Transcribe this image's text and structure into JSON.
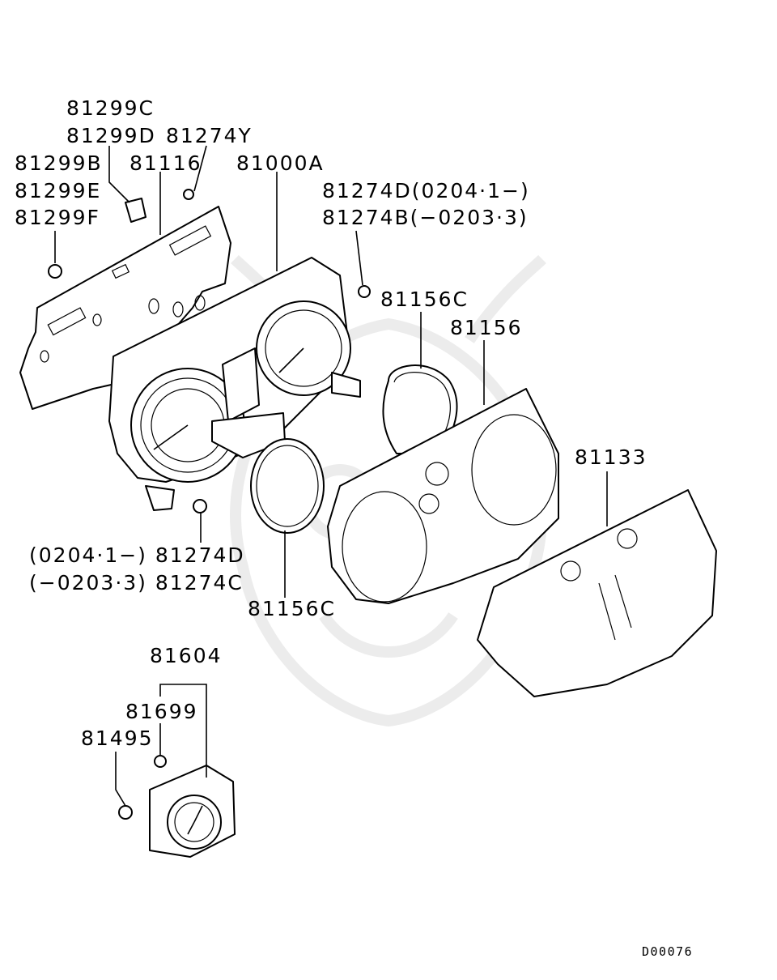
{
  "diagram": {
    "labels": {
      "c81299C": "81299C",
      "c81299D": "81299D",
      "c81274Y": "81274Y",
      "c81299B": "81299B",
      "c81116": "81116",
      "c81000A": "81000A",
      "c81299E": "81299E",
      "c81299F": "81299F",
      "c81274D_top": "81274D(0204·1−)",
      "c81274B": "81274B(−0203·3)",
      "c81156C_top": "81156C",
      "c81156": "81156",
      "c81133": "81133",
      "c81274D_left": "(0204·1−) 81274D",
      "c81274C": "(−0203·3) 81274C",
      "c81156C_bottom": "81156C",
      "c81604": "81604",
      "c81699": "81699",
      "c81495": "81495"
    },
    "diagram_code": "D00076"
  }
}
